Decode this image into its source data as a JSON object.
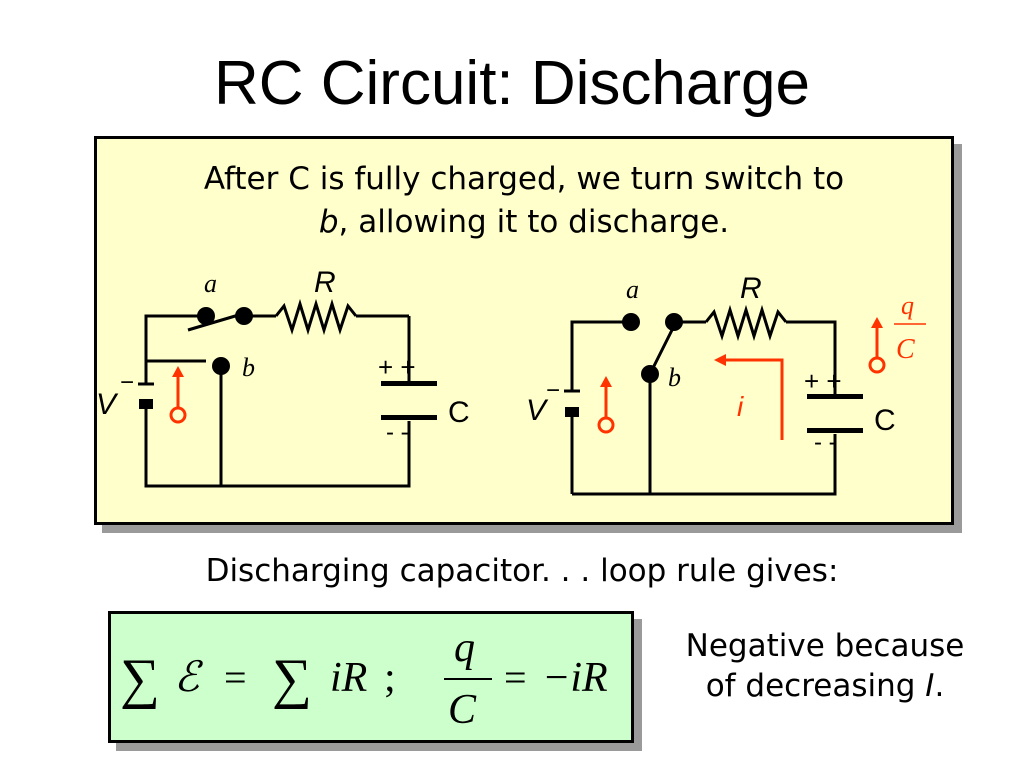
{
  "slide": {
    "title": "RC Circuit: Discharge",
    "intro_line1": "After C is fully charged, we turn switch to",
    "intro_b": "b",
    "intro_line2_rest": ", allowing it to discharge.",
    "caption": "Discharging capacitor. . . loop rule gives:",
    "note_line1": "Negative because",
    "note_line2_prefix": "of decreasing ",
    "note_I": "I",
    "note_period": "."
  },
  "circuit_left": {
    "label_a": "a",
    "label_b": "b",
    "label_R": "R",
    "label_C": "C",
    "label_V": "V",
    "battery_minus": "−",
    "cap_plus": "+ +",
    "cap_minus": "- -"
  },
  "circuit_right": {
    "label_a": "a",
    "label_b": "b",
    "label_R": "R",
    "label_C": "C",
    "label_V": "V",
    "label_i": "i",
    "battery_minus": "−",
    "cap_plus": "+ +",
    "cap_minus": "- -",
    "fraction_num": "q",
    "fraction_den": "C"
  },
  "equation": {
    "sum1": "∑",
    "emf": "ℰ",
    "equals1": "=",
    "sum2": "∑",
    "iR": "iR",
    "semicolon": ";",
    "frac_num": "q",
    "frac_den": "C",
    "equals2": "=",
    "rhs": "−iR"
  },
  "colors": {
    "panel_bg": "#ffffcc",
    "eq_bg": "#ccffcc",
    "accent_red": "#ff3300",
    "shadow": "#9a9a9a"
  }
}
